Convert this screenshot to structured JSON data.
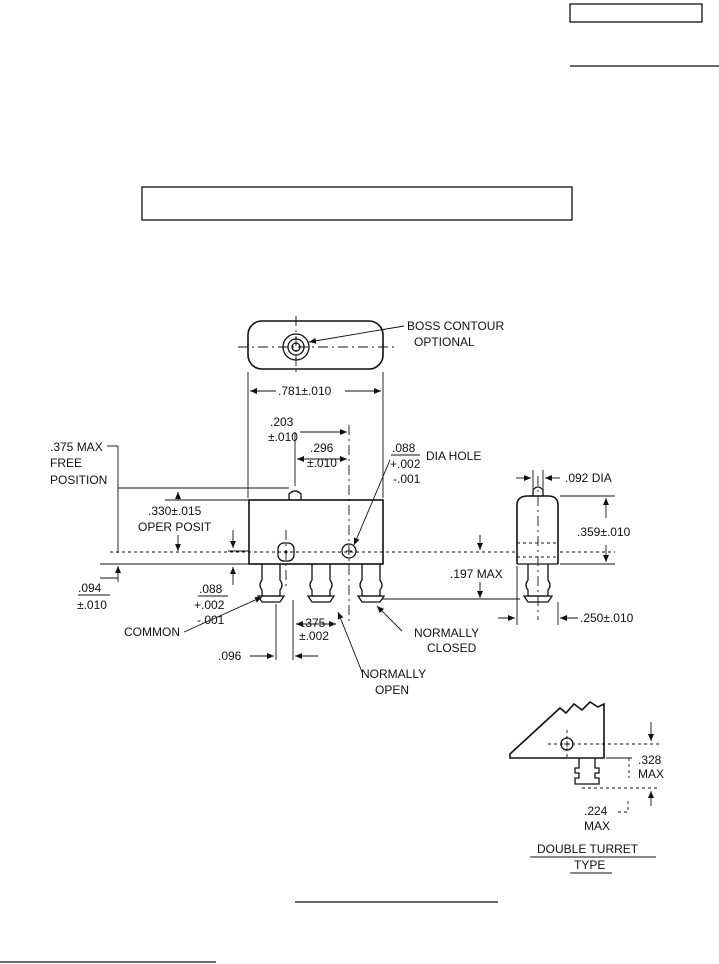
{
  "labels": {
    "boss_1": "BOSS CONTOUR",
    "boss_2": "OPTIONAL",
    "width_781": ".781±.010",
    "d203_1": ".203",
    "d203_2": "±.010",
    "d296_1": ".296",
    "d296_2": "±.010",
    "d088_1": ".088",
    "d088_2": "+.002",
    "d088_3": "-.001",
    "dia_hole": "DIA HOLE",
    "free_1": ".375 MAX",
    "free_2": "FREE",
    "free_3": "POSITION",
    "oper_1": ".330±.015",
    "oper_2": "OPER POSIT",
    "d094_1": ".094",
    "d094_2": "±.010",
    "left088_1": ".088",
    "left088_2": "+.002",
    "left088_3": "-.001",
    "common": "COMMON",
    "d375_1": ".375",
    "d375_2": "±.002",
    "d096": ".096",
    "no_1": "NORMALLY",
    "no_2": "OPEN",
    "nc_1": "NORMALLY",
    "nc_2": "CLOSED",
    "d197": ".197 MAX",
    "d092": ".092 DIA",
    "d359": ".359±.010",
    "d250": ".250±.010",
    "d328_1": ".328",
    "d328_2": "MAX",
    "d224_1": ".224",
    "d224_2": "MAX",
    "turret_1": "DOUBLE TURRET",
    "turret_2": "TYPE"
  }
}
